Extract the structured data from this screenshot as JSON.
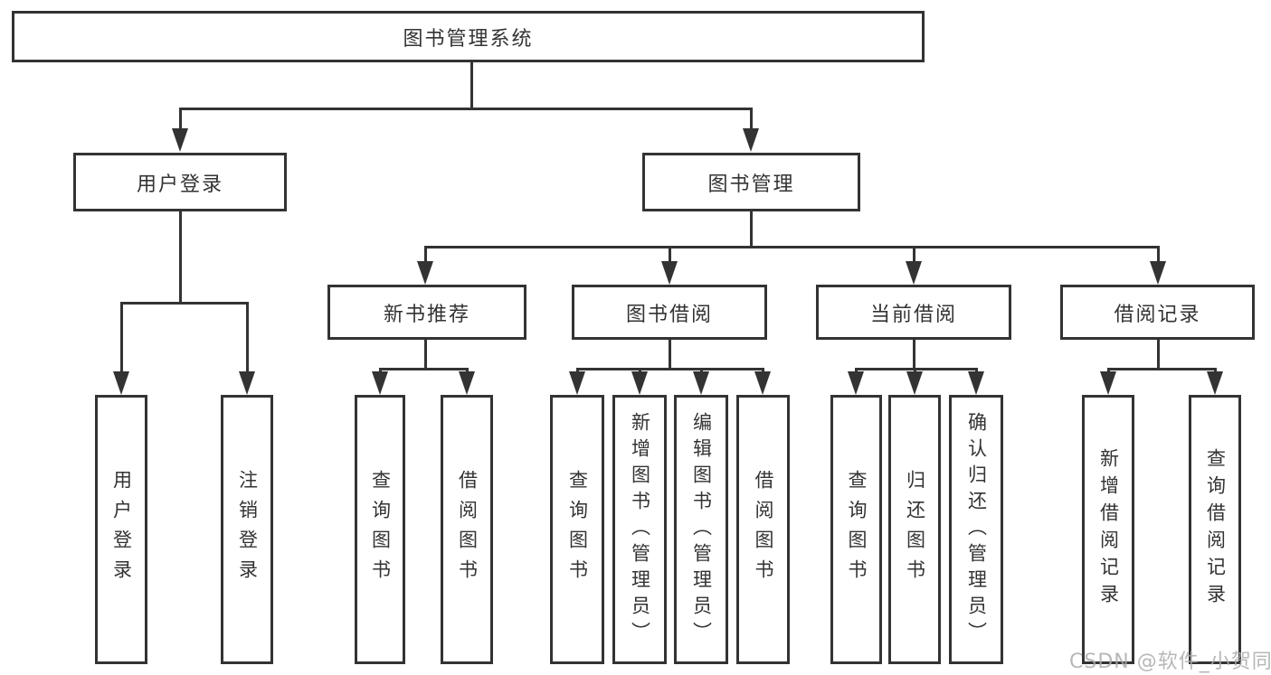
{
  "diagram_title": "图书管理系统",
  "tree": {
    "label": "图书管理系统",
    "children": [
      {
        "label": "用户登录",
        "children": [
          {
            "label": "用户登录"
          },
          {
            "label": "注销登录"
          }
        ]
      },
      {
        "label": "图书管理",
        "children": [
          {
            "label": "新书推荐",
            "children": [
              {
                "label": "查询图书"
              },
              {
                "label": "借阅图书"
              }
            ]
          },
          {
            "label": "图书借阅",
            "children": [
              {
                "label": "查询图书"
              },
              {
                "label": "新增图书（管理员）"
              },
              {
                "label": "编辑图书（管理员）"
              },
              {
                "label": "借阅图书"
              }
            ]
          },
          {
            "label": "当前借阅",
            "children": [
              {
                "label": "查询图书"
              },
              {
                "label": "归还图书"
              },
              {
                "label": "确认归还（管理员）"
              }
            ]
          },
          {
            "label": "借阅记录",
            "children": [
              {
                "label": "新增借阅记录"
              },
              {
                "label": "查询借阅记录"
              }
            ]
          }
        ]
      }
    ]
  },
  "watermark": "CSDN @软件_小贺同学",
  "colors": {
    "line": "#333333",
    "box_background": "#ffffff",
    "text": "#333333",
    "watermark": "#ababab",
    "background": "#ffffff"
  }
}
